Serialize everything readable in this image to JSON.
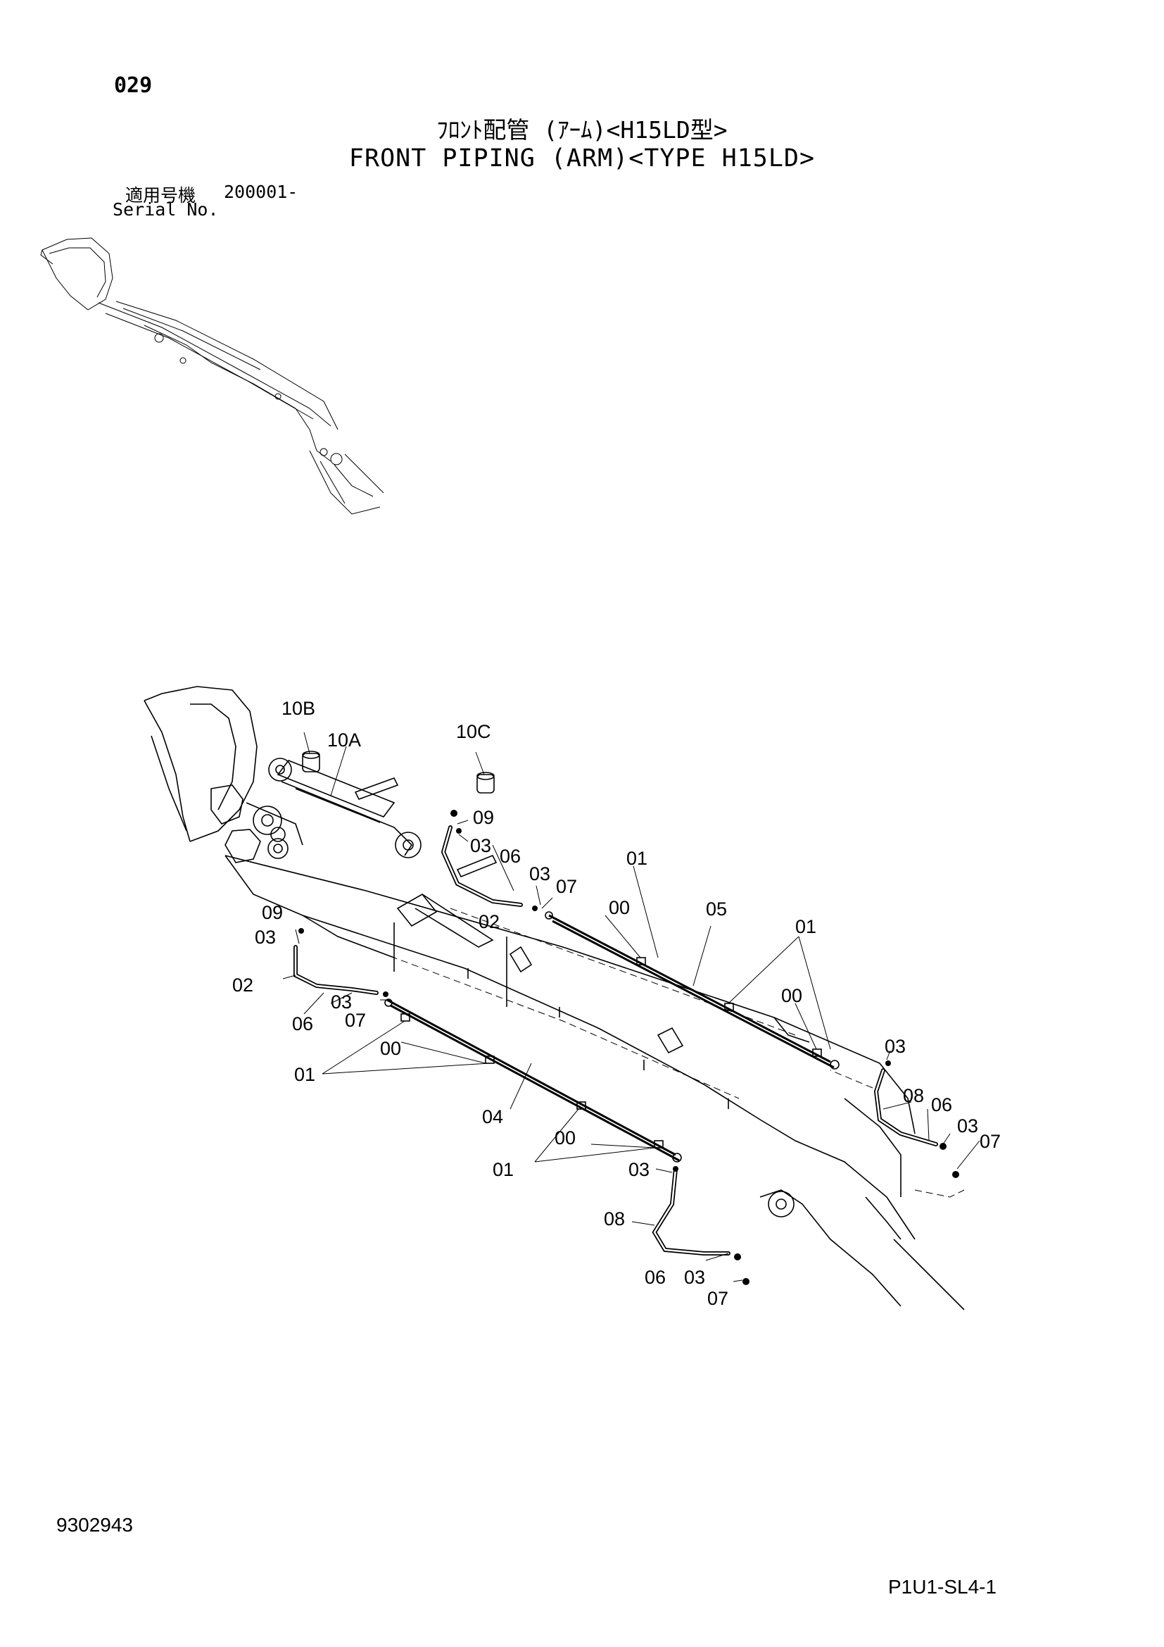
{
  "header": {
    "page_number": "029",
    "title_jp": "ﾌﾛﾝﾄ配管 (ｱｰﾑ)<H15LD型>",
    "title_en": "FRONT PIPING (ARM)<TYPE H15LD>",
    "serial_label_jp": "適用号機",
    "serial_value": "200001-",
    "serial_label_en": "Serial No."
  },
  "diagram": {
    "callouts": [
      "10B",
      "10A",
      "10C",
      "09",
      "03",
      "06",
      "03",
      "07",
      "01",
      "00",
      "02",
      "05",
      "01",
      "00",
      "09",
      "03",
      "02",
      "03",
      "06",
      "07",
      "00",
      "01",
      "04",
      "03",
      "08",
      "06",
      "03",
      "07",
      "00",
      "01",
      "03",
      "08",
      "06",
      "03",
      "07"
    ]
  },
  "footer": {
    "doc_number": "9302943",
    "sheet_code": "P1U1-SL4-1"
  }
}
